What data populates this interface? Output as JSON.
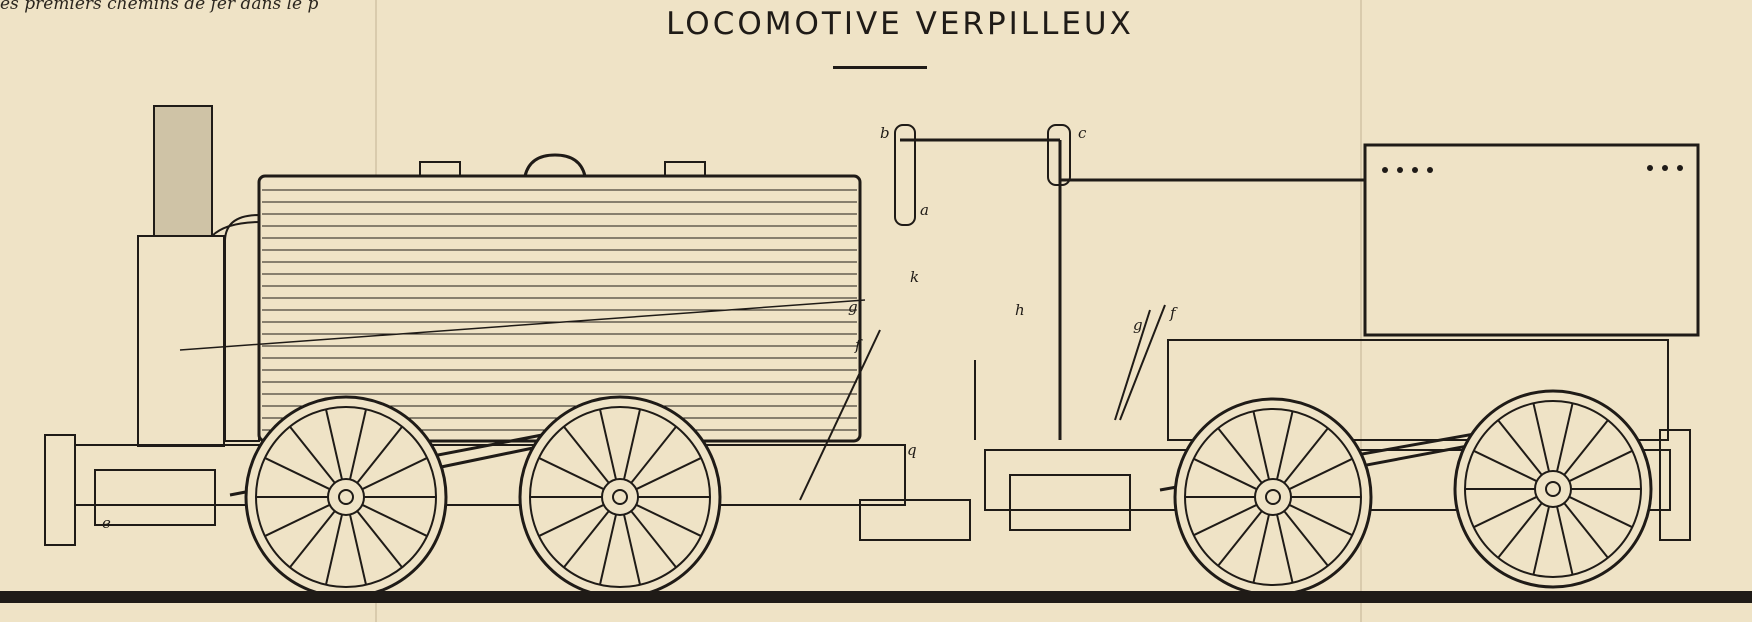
{
  "page_fragment": "es premiers chemins de fer dans le p",
  "title": "LOCOMOTIVE VERPILLEUX",
  "labels": {
    "a": "a",
    "b": "b",
    "c": "c",
    "k": "k",
    "g": "g",
    "f": "f",
    "h": "h",
    "q": "q",
    "g2": "g",
    "f2": "f",
    "e": "e"
  },
  "colors": {
    "paper": "#efe3c6",
    "ink": "#1f1b17"
  }
}
